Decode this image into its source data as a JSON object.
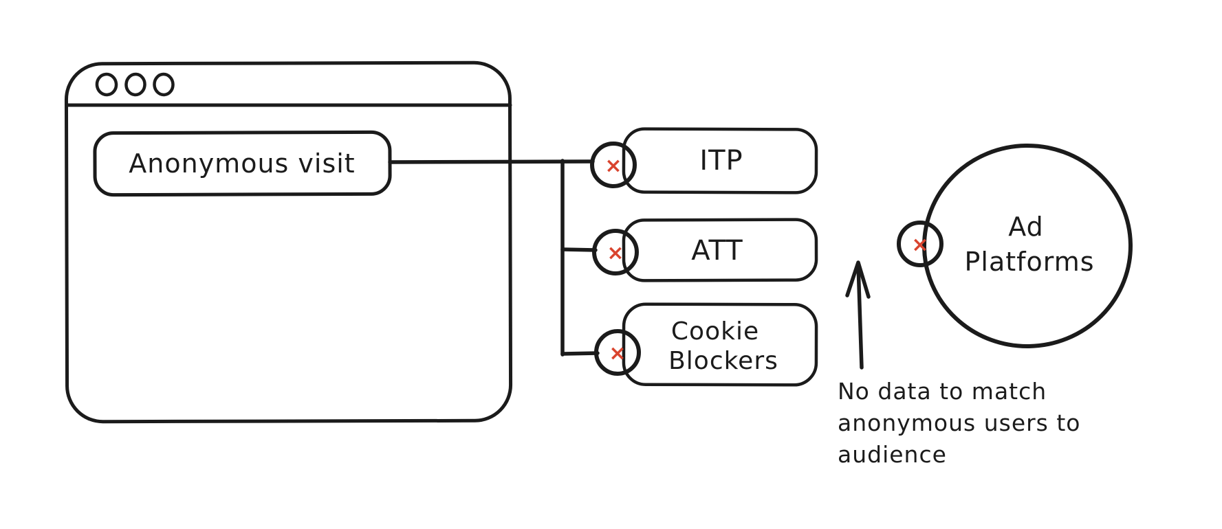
{
  "colors": {
    "ink": "#1b1b1b",
    "canvas": "#ffffff",
    "node_fill_yellow": "#fbe38a",
    "badge_fill_pink": "#f9c9c9",
    "badge_stroke_red": "#e03131",
    "badge_x_red": "#d9442e"
  },
  "x_mark": "×",
  "diagram": {
    "browser": {
      "label": "Anonymous visit"
    },
    "blockers": [
      {
        "label": "ITP"
      },
      {
        "label": "ATT"
      },
      {
        "lines": [
          "Cookie",
          "Blockers"
        ]
      }
    ],
    "platform": {
      "lines": [
        "Ad",
        "Platforms"
      ]
    },
    "annotation": {
      "lines": [
        "No data to match",
        "anonymous users to",
        "audience"
      ]
    }
  }
}
